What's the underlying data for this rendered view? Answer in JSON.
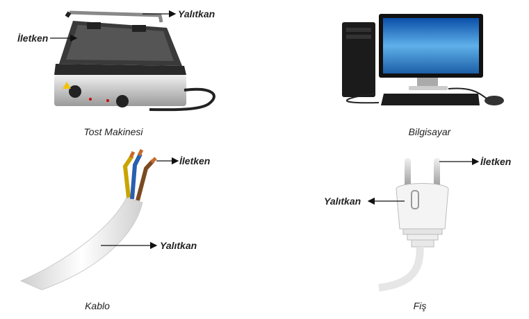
{
  "items": [
    {
      "caption": "Tost Makinesi",
      "labels": {
        "insulator": "Yalıtkan",
        "conductor": "İletken"
      }
    },
    {
      "caption": "Bilgisayar"
    },
    {
      "caption": "Kablo",
      "labels": {
        "conductor": "İletken",
        "insulator": "Yalıtkan"
      }
    },
    {
      "caption": "Fiş",
      "labels": {
        "conductor": "İletken",
        "insulator": "Yalıtkan"
      }
    }
  ],
  "colors": {
    "text": "#222222",
    "arrow": "#111111"
  }
}
